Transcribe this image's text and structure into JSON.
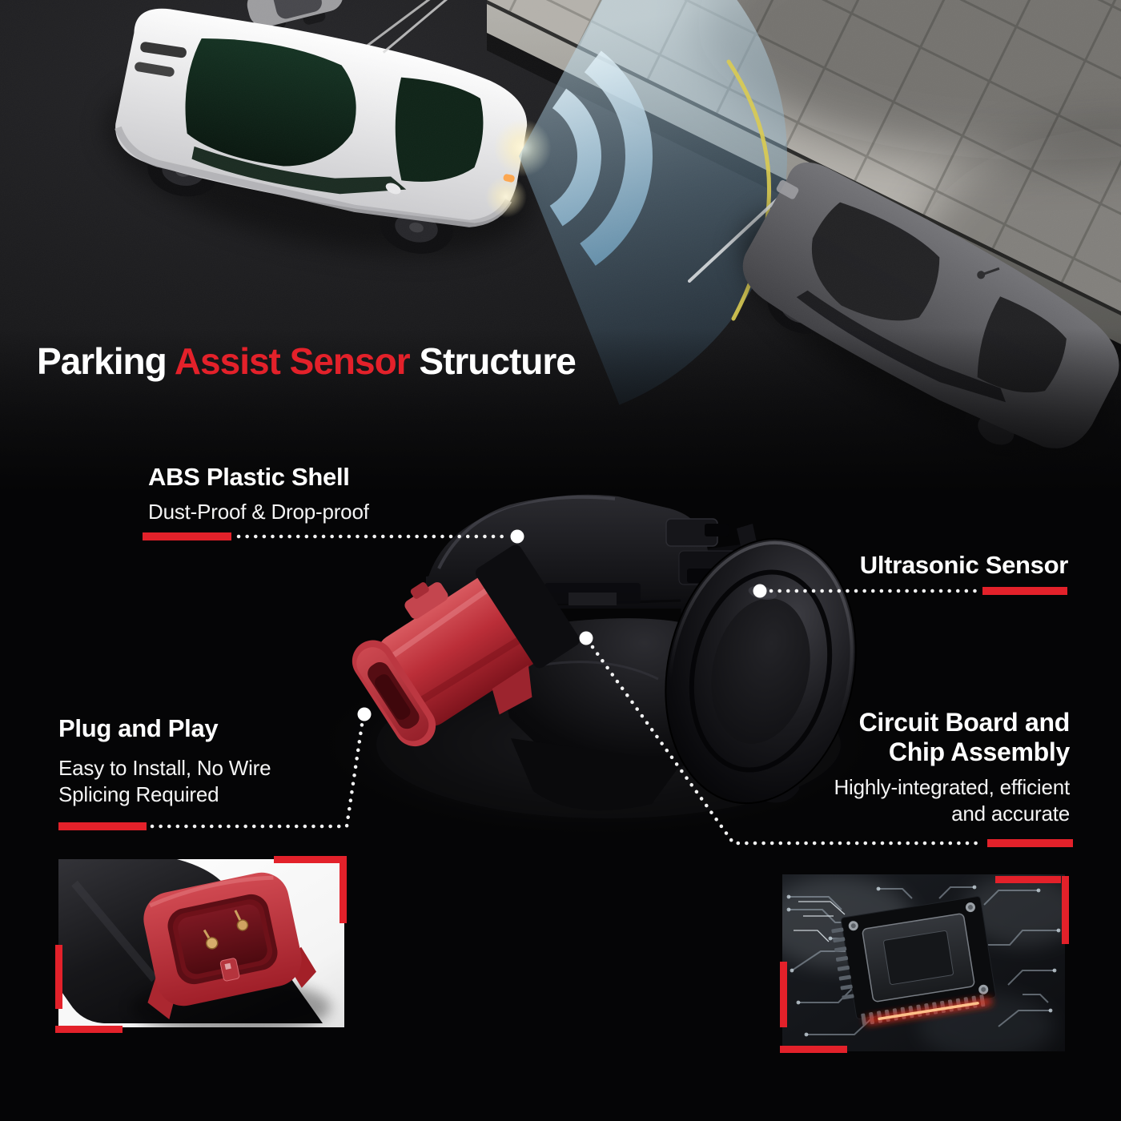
{
  "title": {
    "part1": "Parking ",
    "part2": "Assist Sensor",
    "part3": " Structure"
  },
  "callouts": {
    "abs": {
      "heading": "ABS Plastic Shell",
      "subtext": "Dust-Proof & Drop-proof"
    },
    "ultrasonic": {
      "heading": "Ultrasonic Sensor"
    },
    "plug": {
      "heading": "Plug and Play",
      "subtext_line1": "Easy to Install, No Wire",
      "subtext_line2": "Splicing Required"
    },
    "circuit": {
      "heading_line1": "Circuit Board and",
      "heading_line2": "Chip Assembly",
      "subtext_line1": "Highly-integrated, efficient",
      "subtext_line2": "and accurate"
    }
  },
  "colors": {
    "accent_red": "#E3212A",
    "background": "#050506",
    "text_primary": "#FFFFFF",
    "sonar_blue": "#8FC3DC",
    "guide_line_yellow": "#D9CA4E",
    "connector_red": "#C13038",
    "sensor_body_black": "#0B0B0D",
    "sidewalk_gray": "#B3B0AA"
  }
}
